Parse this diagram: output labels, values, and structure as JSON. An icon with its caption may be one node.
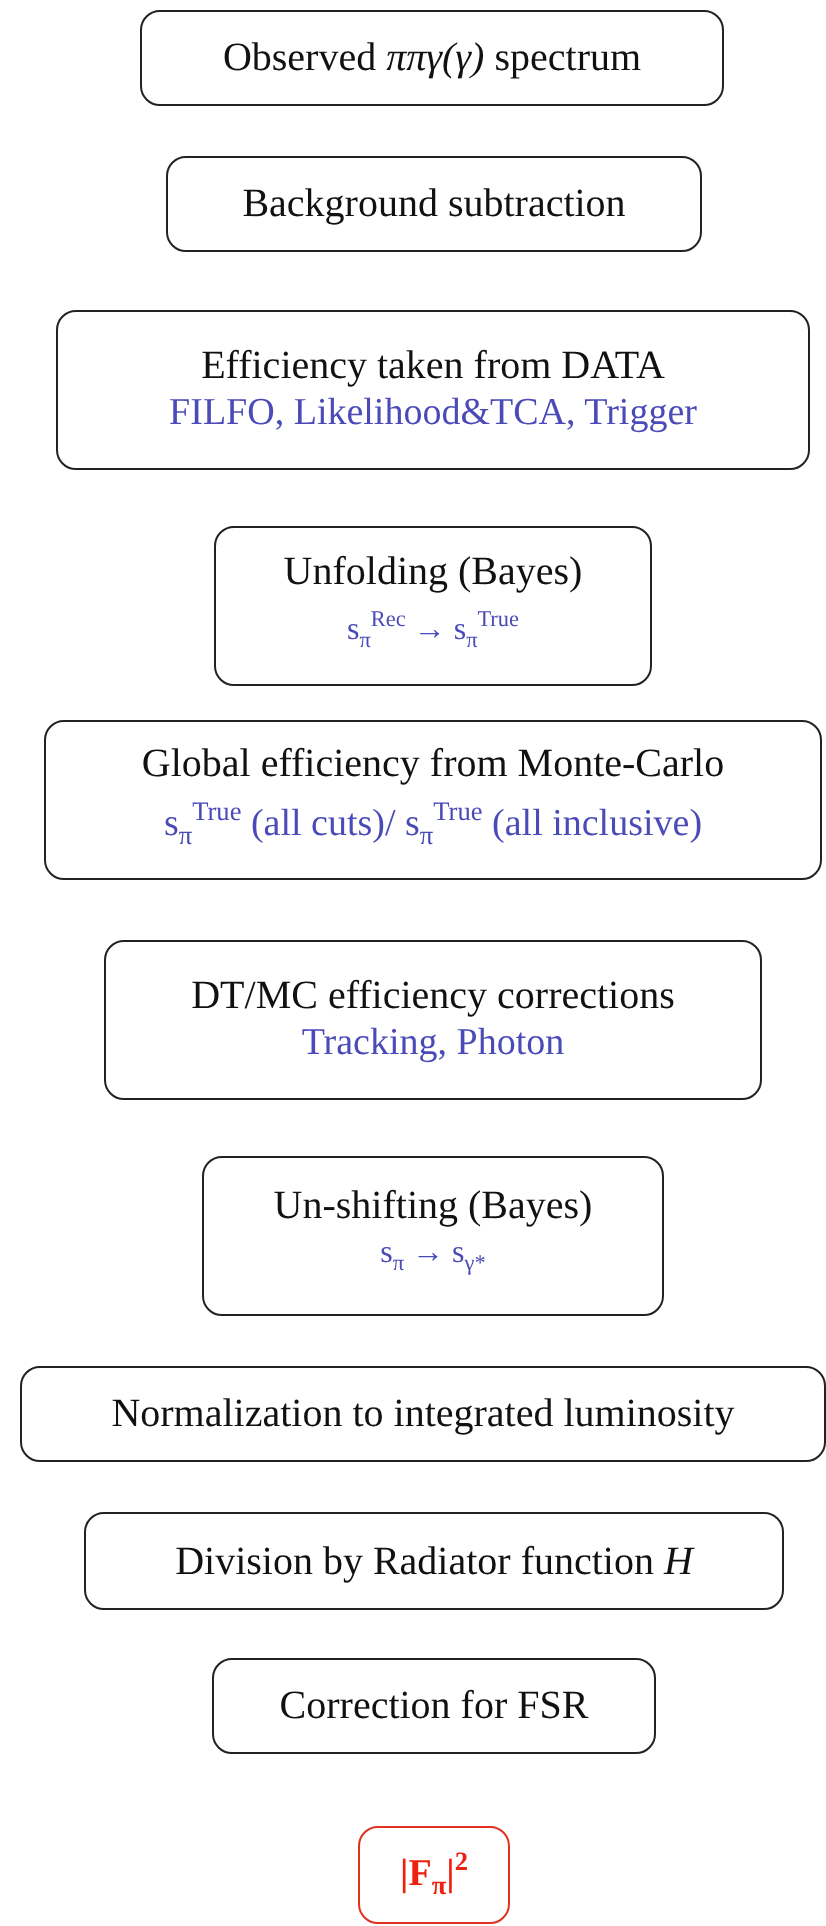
{
  "diagram": {
    "nodes": [
      {
        "text": [
          "Observed *ππγ(γ)* spectrum"
        ]
      },
      {
        "text": [
          "Background subtraction"
        ]
      },
      {
        "text": [
          "Efficiency taken from DATA",
          "FILFO, Likelihood&TCA, Trigger"
        ]
      },
      {
        "text": [
          "Unfolding (Bayes)",
          "s$_{π}$$^{Rec}$ → s$_{π}$$^{True}$"
        ]
      },
      {
        "text": [
          "Global efficiency from Monte-Carlo",
          "s$_{π}$$^{True}$ (all cuts)/ s$_{π}$$^{True}$ (all inclusive)"
        ]
      },
      {
        "text": [
          "DT/MC efficiency corrections",
          "Tracking, Photon"
        ]
      },
      {
        "text": [
          "Un-shifting (Bayes)",
          "s$_{π}$ → s$_{γ*}$"
        ]
      },
      {
        "text": [
          "Normalization to integrated luminosity"
        ]
      },
      {
        "text": [
          "Division by Radiator function *H*"
        ]
      },
      {
        "text": [
          "Correction for FSR"
        ]
      },
      {
        "text": [
          "|F$_{π}$|$^{2}$"
        ]
      }
    ]
  }
}
